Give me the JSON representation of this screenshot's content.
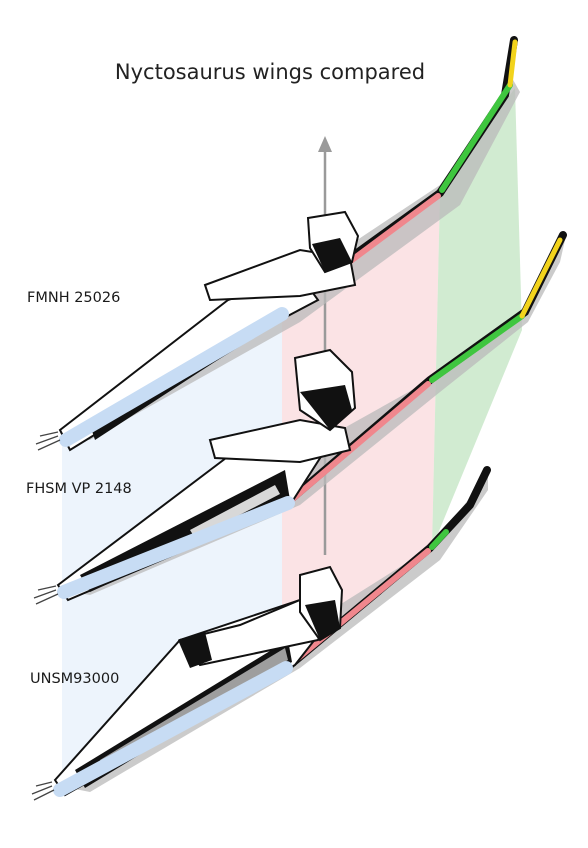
{
  "figure": {
    "title": "Nyctosaurus wings compared",
    "specimens": [
      {
        "label": "FMNH 25026"
      },
      {
        "label": "FHSM VP 2148"
      },
      {
        "label": "UNSM93000"
      }
    ]
  },
  "colors": {
    "radius_ulna_band": "#c7dcf4",
    "radius_ulna_fill": "#eaf2fb",
    "metacarpal_band": "#f0878d",
    "metacarpal_fill": "#fbe0e2",
    "phalanx_band": "#3fc63f",
    "phalanx_fill": "#c9e8c9",
    "ungual_band": "#f2d31c",
    "bone_outline": "#111111",
    "bone_fill": "#ffffff",
    "arrow": "#9a9a9a"
  }
}
